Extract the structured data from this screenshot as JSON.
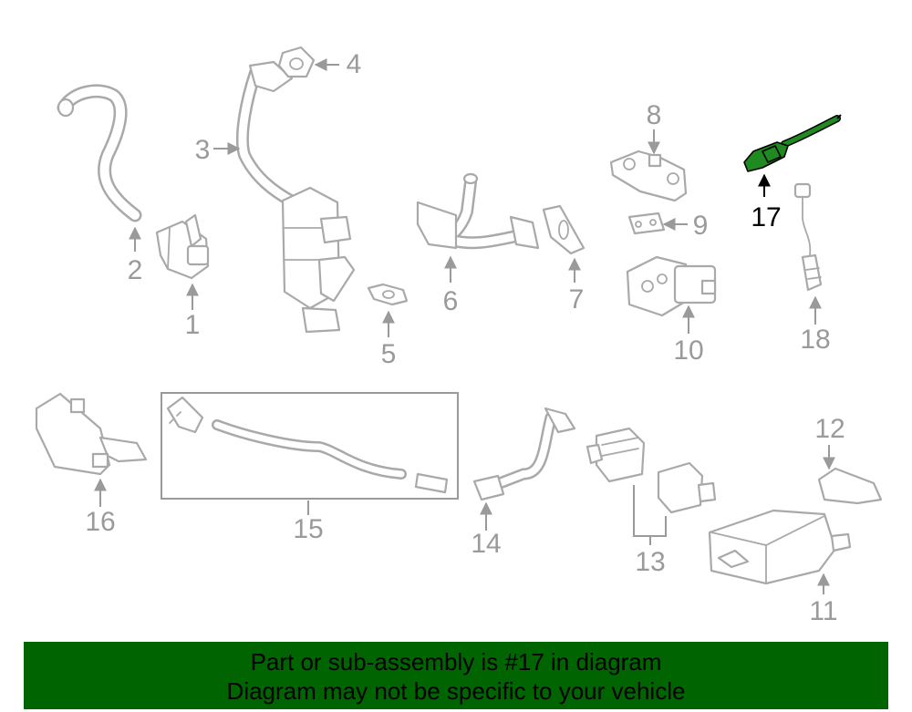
{
  "callouts": [
    "1",
    "2",
    "3",
    "4",
    "5",
    "6",
    "7",
    "8",
    "9",
    "10",
    "11",
    "12",
    "13",
    "14",
    "15",
    "16",
    "17",
    "18"
  ],
  "highlighted_callout": "17",
  "banner": {
    "line1": "Part or sub-assembly is #17 in diagram",
    "line2": "Diagram may not be specific to your vehicle"
  },
  "colors": {
    "banner_bg": "#006400",
    "highlight_part": "#1f8a1f",
    "part_stroke": "#a9a9a9"
  }
}
